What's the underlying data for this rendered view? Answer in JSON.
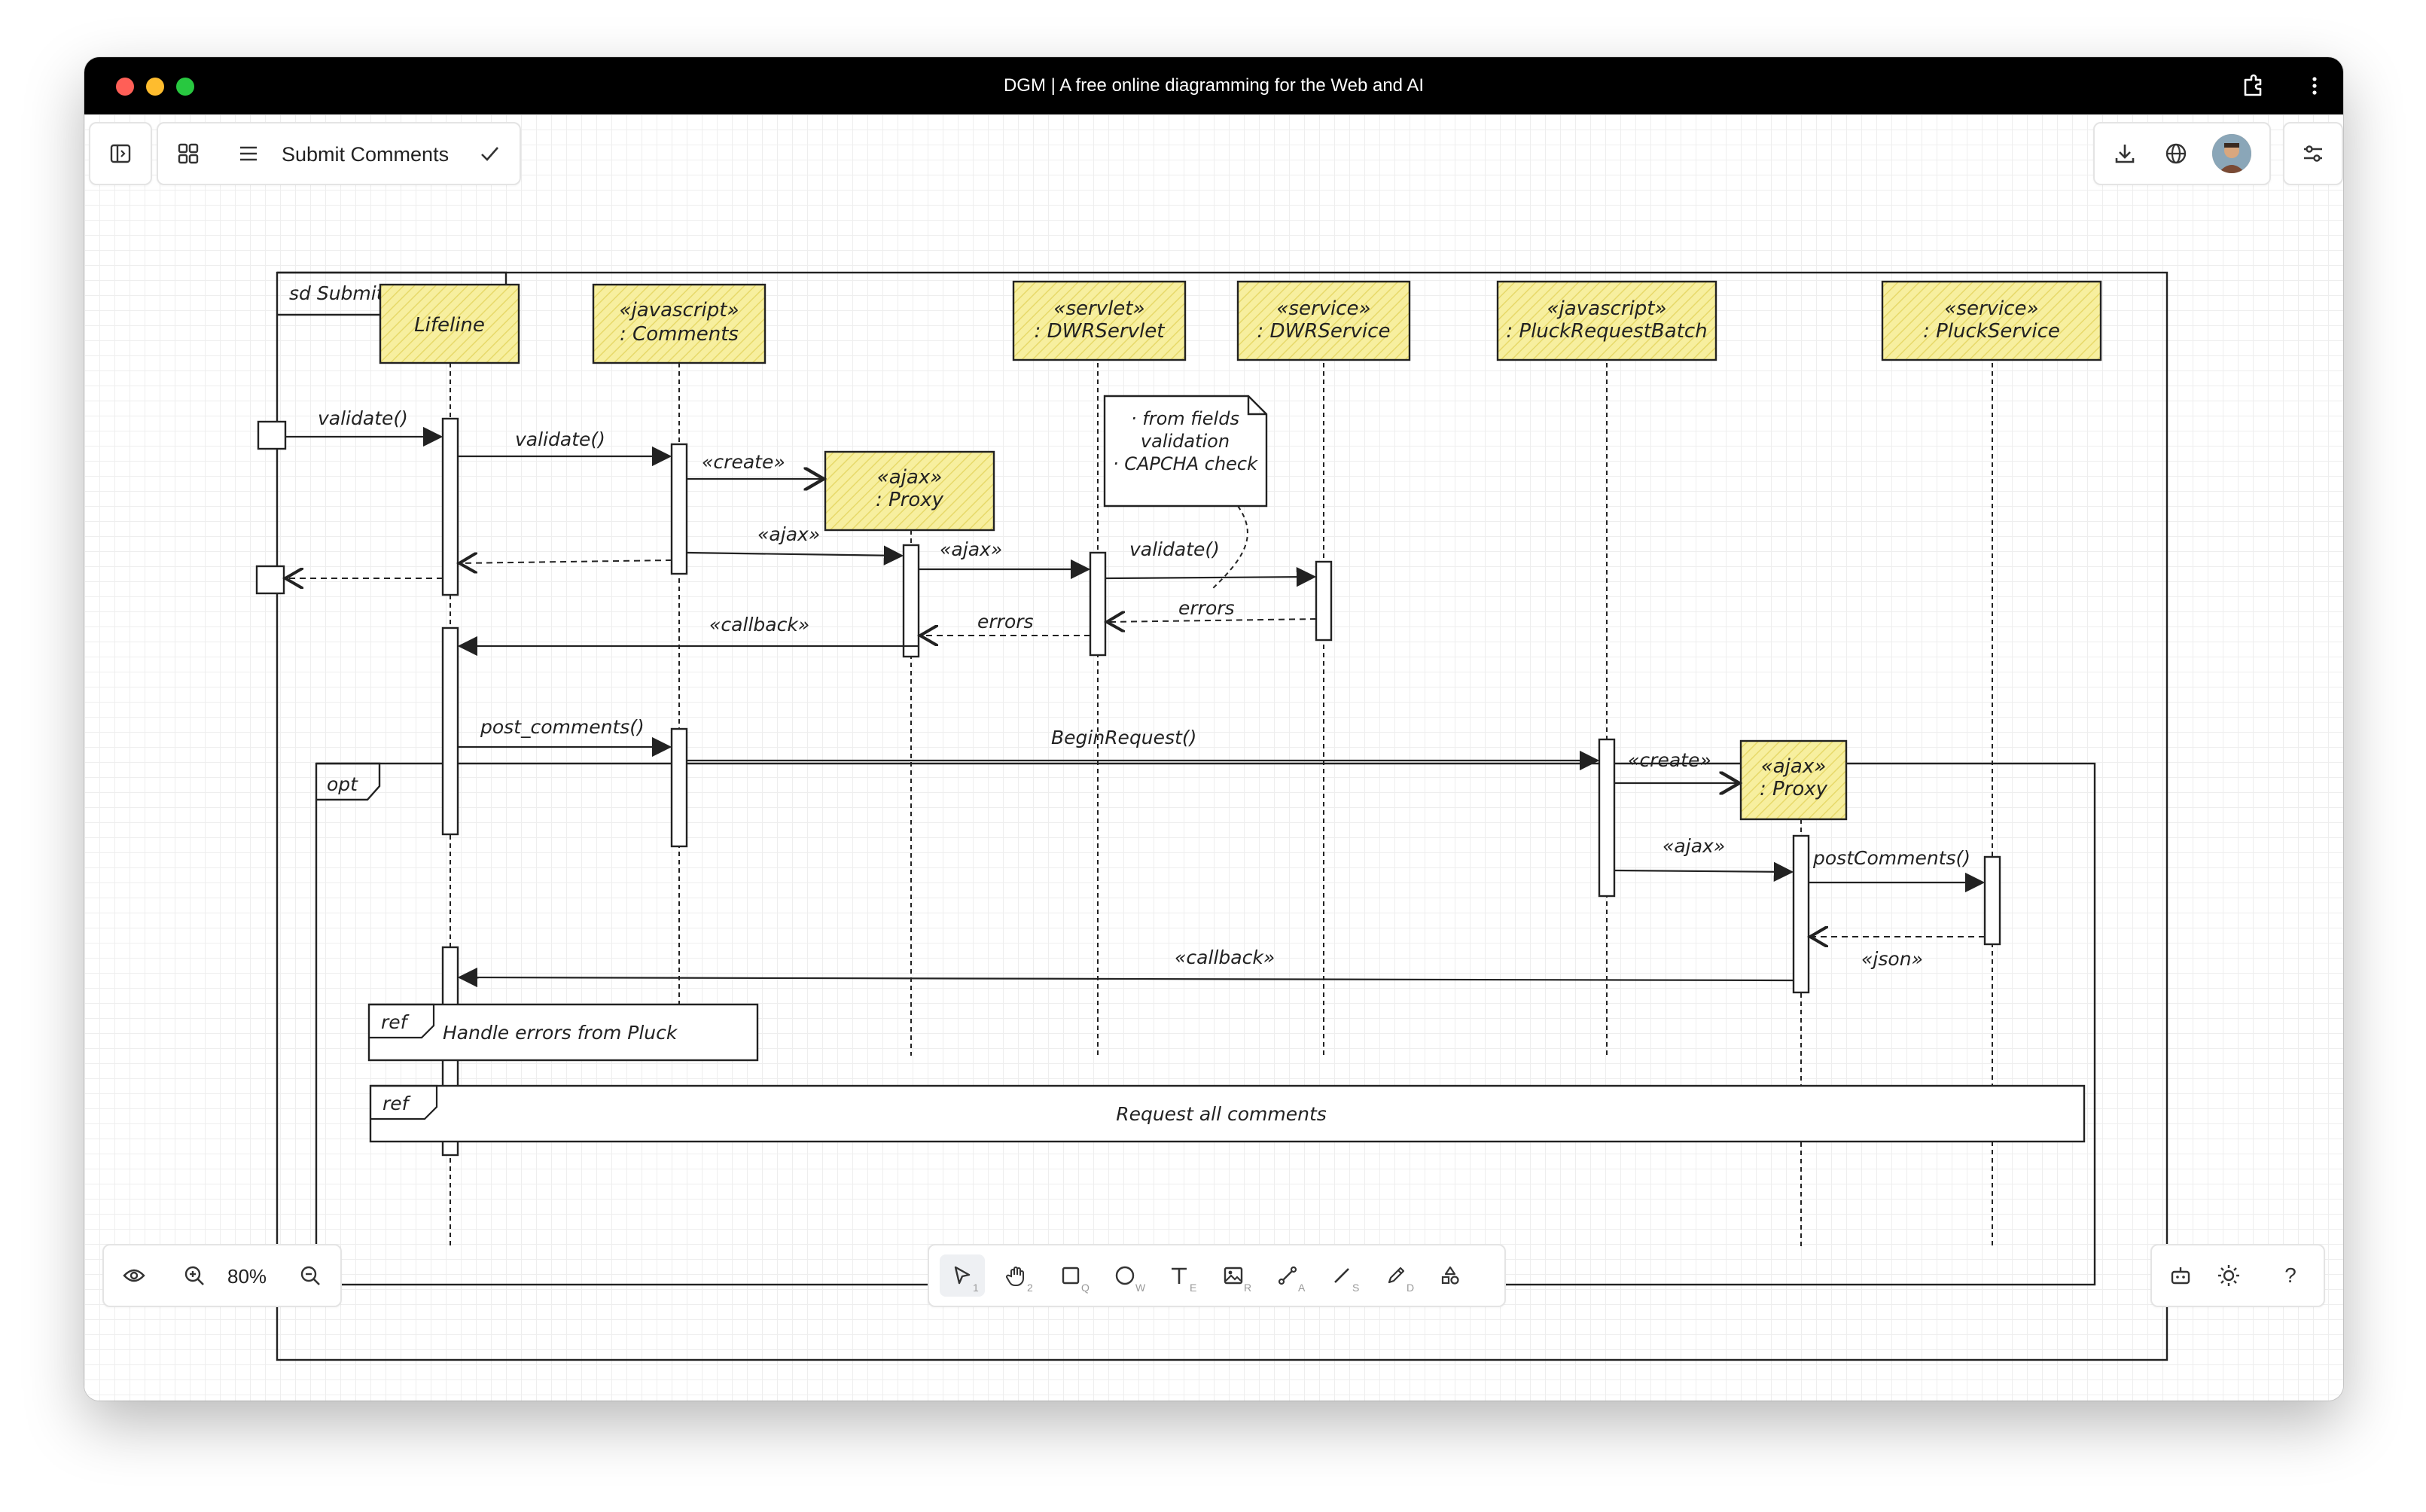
{
  "window": {
    "title": "DGM | A free online diagramming for the Web and AI"
  },
  "top_toolbar": {
    "document_name": "Submit Comments",
    "icons": [
      "sidebar-toggle-icon",
      "grid-icon",
      "menu-icon",
      "check-icon",
      "download-icon",
      "globe-icon",
      "avatar",
      "settings-sliders-icon"
    ]
  },
  "bottom_toolbar": {
    "zoom_level": "80%",
    "tools": [
      {
        "name": "select",
        "key": "1"
      },
      {
        "name": "hand",
        "key": "2"
      },
      {
        "name": "rectangle",
        "key": "Q"
      },
      {
        "name": "ellipse",
        "key": "W"
      },
      {
        "name": "text",
        "key": "E"
      },
      {
        "name": "image",
        "key": "R"
      },
      {
        "name": "connector",
        "key": "A"
      },
      {
        "name": "line",
        "key": "S"
      },
      {
        "name": "pencil",
        "key": "D"
      },
      {
        "name": "shapes",
        "key": ""
      }
    ]
  },
  "diagram": {
    "frame_title": "sd Submit Comments",
    "lifelines": [
      {
        "line1": "Lifeline",
        "line2": ""
      },
      {
        "line1": "«javascript»",
        "line2": ": Comments"
      },
      {
        "line1": "«servlet»",
        "line2": ": DWRServlet"
      },
      {
        "line1": "«service»",
        "line2": ": DWRService"
      },
      {
        "line1": "«javascript»",
        "line2": ": PluckRequestBatch"
      },
      {
        "line1": "«service»",
        "line2": ": PluckService"
      }
    ],
    "proxy1": {
      "line1": "«ajax»",
      "line2": ": Proxy"
    },
    "proxy2": {
      "line1": "«ajax»",
      "line2": ": Proxy"
    },
    "note": [
      "· from fields",
      "validation",
      "· CAPCHA check"
    ],
    "messages": {
      "validate_in": "validate()",
      "validate_comments": "validate()",
      "create1": "«create»",
      "ajax1": "«ajax»",
      "ajax2": "«ajax»",
      "validate_service": "validate()",
      "errors1": "errors",
      "errors2": "errors",
      "callback1": "«callback»",
      "post_comments": "post_comments()",
      "begin_request": "BeginRequest()",
      "create2": "«create»",
      "ajax3": "«ajax»",
      "post_comments2": "postComments()",
      "json": "«json»",
      "callback2": "«callback»"
    },
    "opt_label": "opt",
    "ref1": {
      "tag": "ref",
      "text": "Handle errors from Pluck"
    },
    "ref2": {
      "tag": "ref",
      "text": "Request all comments"
    }
  },
  "colors": {
    "lifeline_fill": "#f7ef9f",
    "ink": "#222222",
    "titlebar": "#000000"
  }
}
